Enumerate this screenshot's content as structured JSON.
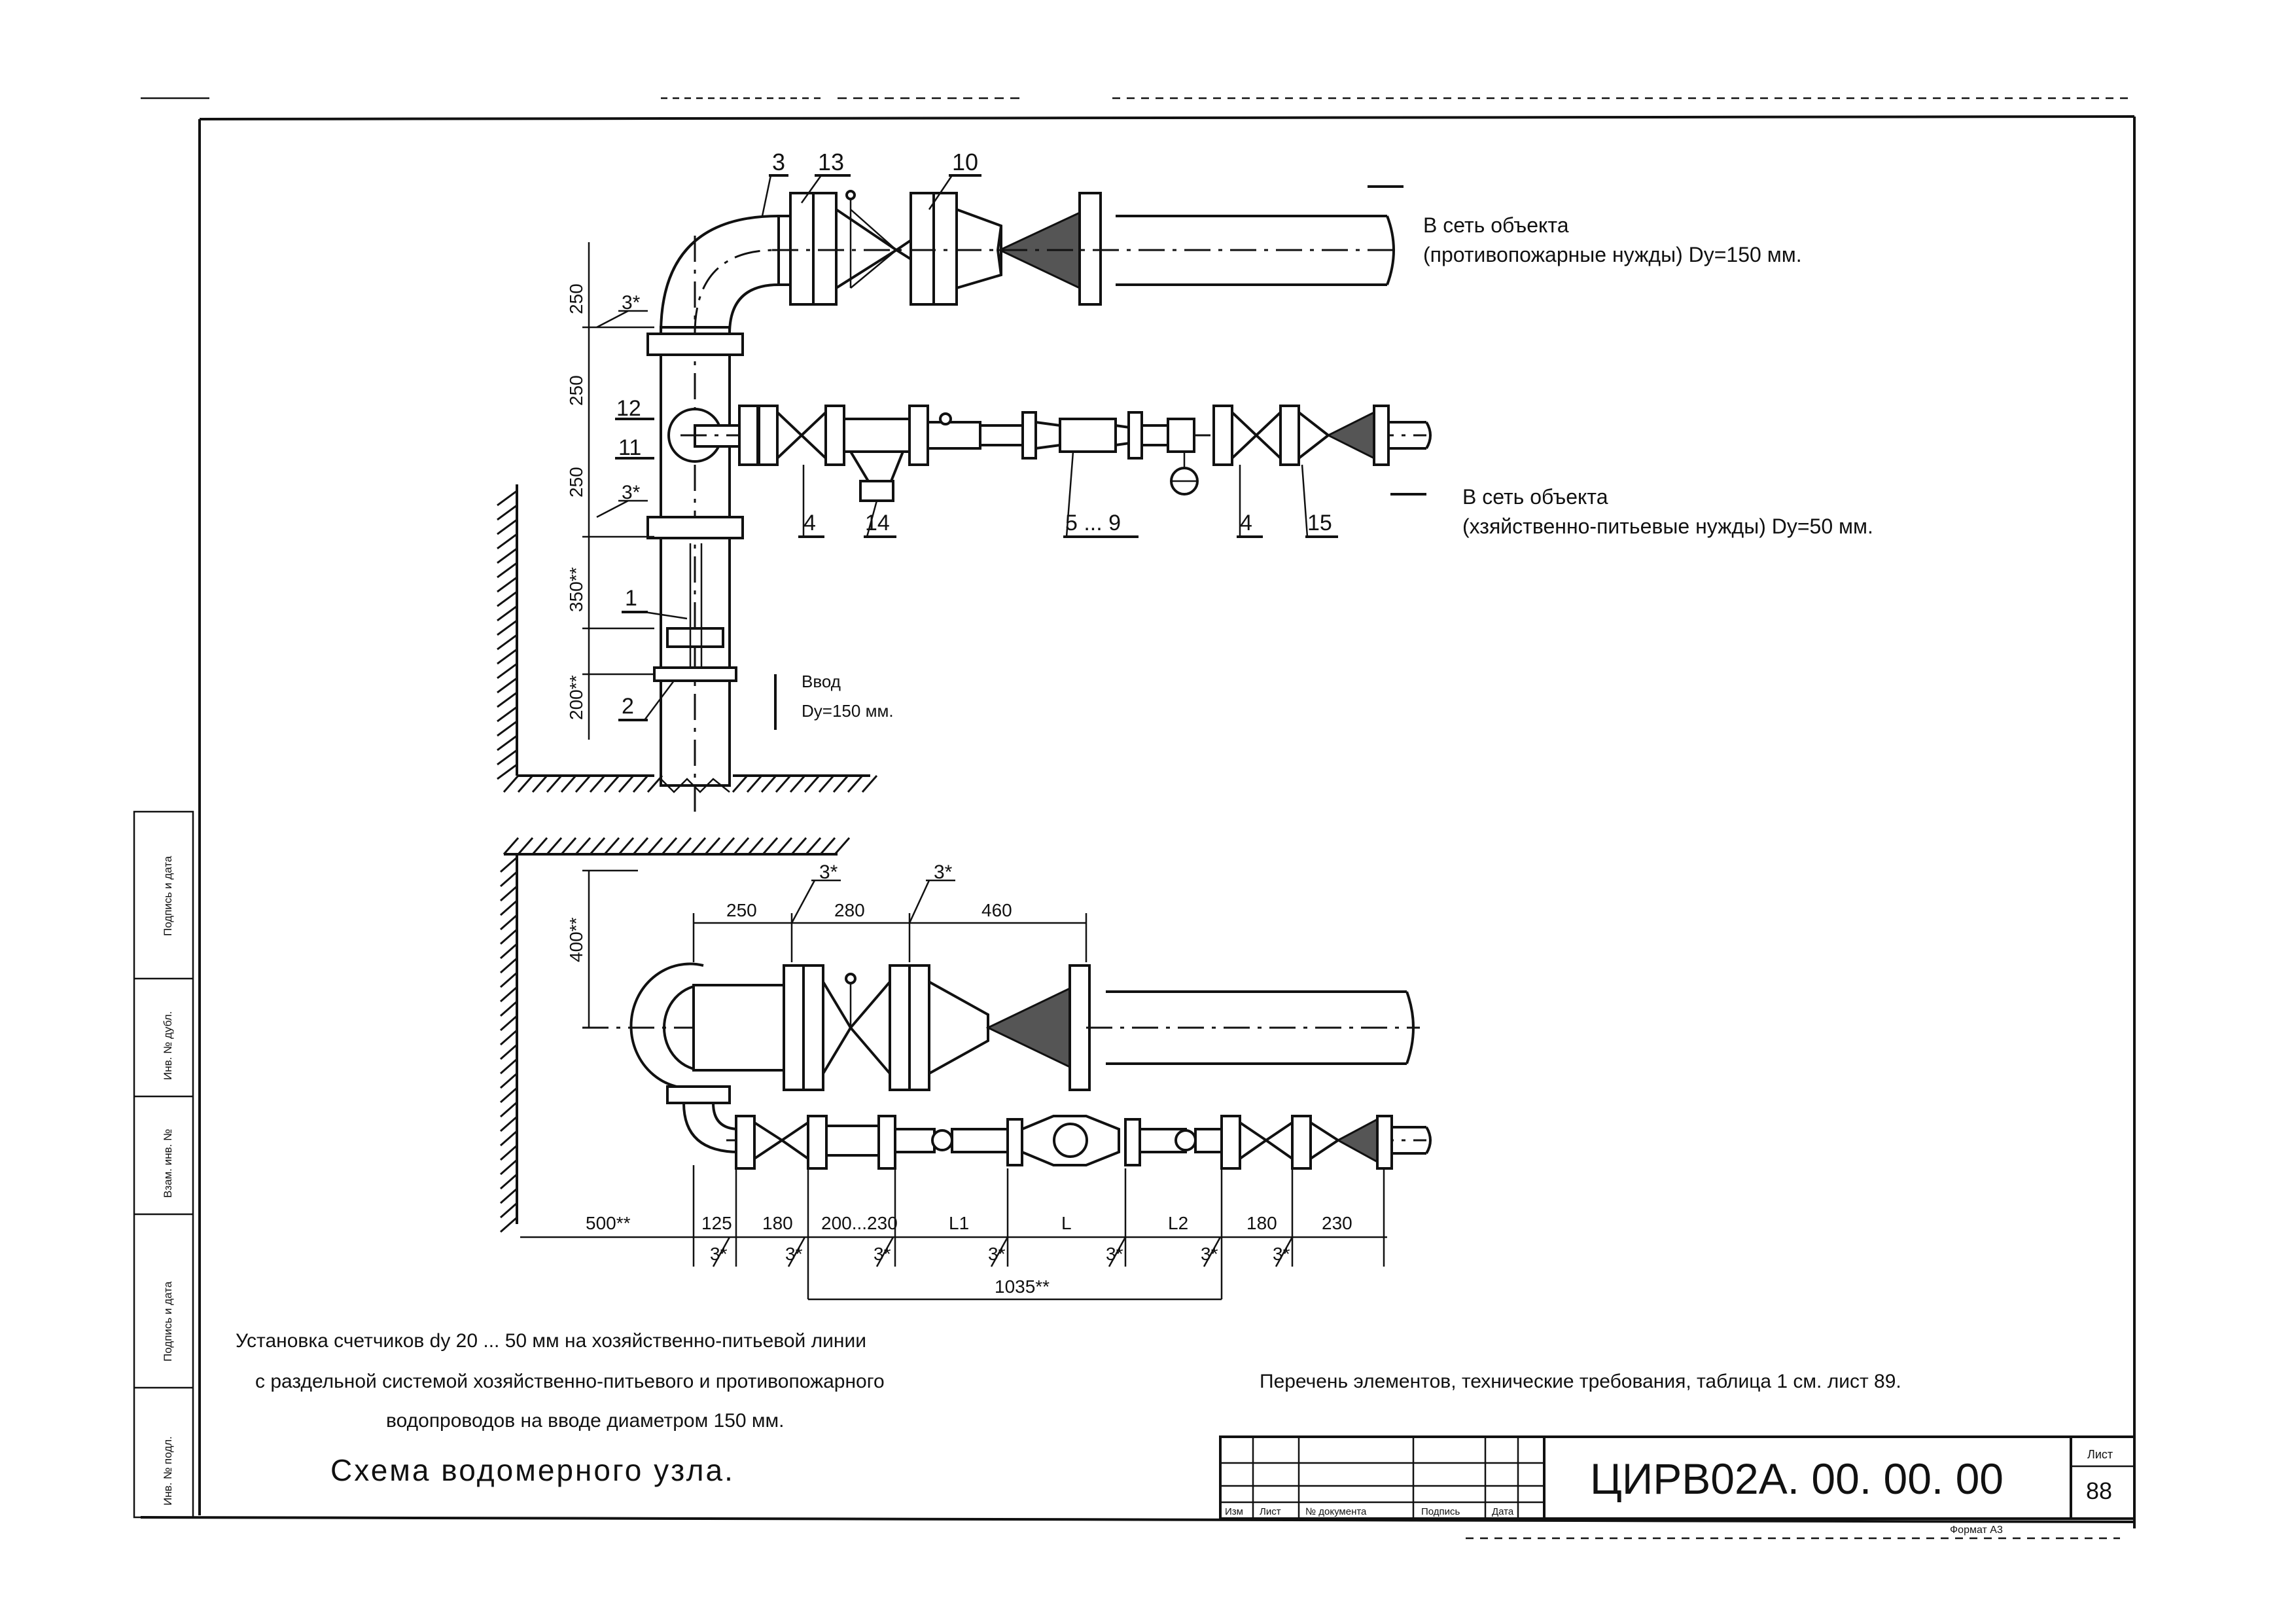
{
  "callouts": {
    "c3": "3",
    "c13": "13",
    "c10": "10",
    "c12": "12",
    "c11": "11",
    "c4a": "4",
    "c14": "14",
    "c59": "5 ... 9",
    "c4b": "4",
    "c15": "15",
    "c1": "1",
    "c2": "2"
  },
  "outlets": {
    "fire_line1": "В сеть объекта",
    "fire_line2": "(противопожарные нужды) Dy=150 мм.",
    "domestic_line1": "В сеть объекта",
    "domestic_line2": "(хзяйственно-питьевые нужды) Dy=50 мм."
  },
  "inlet": {
    "line1": "Ввод",
    "line2": "Dy=150 мм."
  },
  "top_dims": {
    "d250a": "250",
    "d250b": "250",
    "d250c": "250",
    "d350": "350**",
    "d200": "200**",
    "ang1": "3*",
    "ang2": "3*"
  },
  "bottom_dims": {
    "d400": "400**",
    "d250": "250",
    "d280": "280",
    "d460": "460",
    "a1": "3*",
    "a2": "3*",
    "d500": "500**",
    "d125": "125",
    "d180a": "180",
    "d200_230": "200...230",
    "dL1": "L1",
    "dL": "L",
    "dL2": "L2",
    "d180b": "180",
    "d230": "230",
    "ang": [
      "3*",
      "3*",
      "3*",
      "3*",
      "3*",
      "3*",
      "3*"
    ],
    "d1035": "1035**"
  },
  "caption": {
    "line1": "Установка счетчиков dy 20 ... 50 мм на хозяйственно-питьевой линии",
    "line2": "с раздельной системой хозяйственно-питьевого и противопожарного",
    "line3": "водопроводов на вводе диаметром 150 мм.",
    "title": "Схема водомерного узла."
  },
  "note": "Перечень элементов, технические требования, таблица 1 см. лист 89.",
  "title_block": {
    "code": "ЦИРВ02А. 00. 00. 00",
    "sheet_label": "Лист",
    "sheet_number": "88",
    "cols": [
      "Изм",
      "Лист",
      "№ документа",
      "Подпись",
      "Дата"
    ],
    "format": "Формат А3"
  },
  "side_stamp": [
    "Подпись и дата",
    "Инв. № дубл.",
    "Взам. инв. №",
    "Подпись и дата",
    "Инв. № подл."
  ]
}
